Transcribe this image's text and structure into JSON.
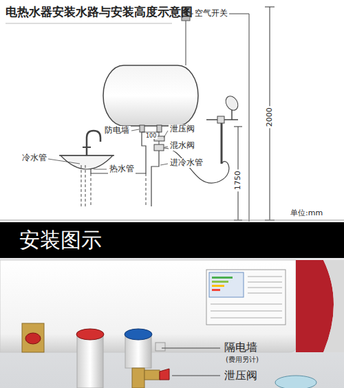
{
  "diagram": {
    "title": "电热水器安装水路与安装高度示意图",
    "nodes": [
      {
        "text": [
          "安装图示"
        ]
      }
    ],
    "labels": [
      "空气开关",
      "防电墙",
      "100",
      "泄压阀",
      "混水阀",
      "进冷水管",
      "冷水管",
      "热水管",
      "2000",
      "1750",
      "单位:mm",
      "隔电墙",
      "(费用另计)",
      "泄压阀"
    ]
  }
}
